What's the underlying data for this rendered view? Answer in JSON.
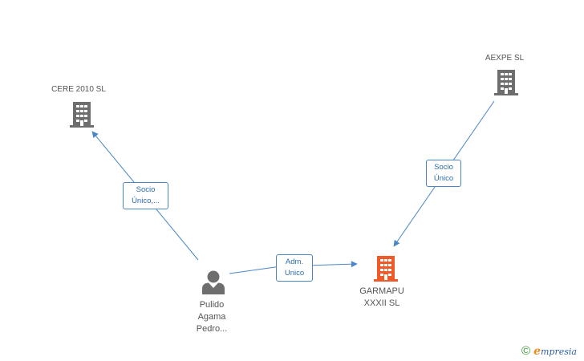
{
  "colors": {
    "edge": "#4a86c8",
    "company_icon": "#6e6e6e",
    "company_icon_highlight": "#f05a28",
    "person_icon": "#6e6e6e",
    "label_text": "#555555"
  },
  "nodes": {
    "cere": {
      "label": "CERE 2010 SL",
      "icon": "building-icon"
    },
    "aexpe": {
      "label": "AEXPE SL",
      "icon": "building-icon"
    },
    "garmapu": {
      "label_lines": [
        "GARMAPU",
        "XXXII SL"
      ],
      "icon": "building-icon"
    },
    "pulido": {
      "label_lines": [
        "Pulido",
        "Agama",
        "Pedro..."
      ],
      "icon": "person-icon"
    }
  },
  "edges": {
    "pulido_cere": {
      "label_lines": [
        "Socio",
        "Único,..."
      ]
    },
    "pulido_garmapu": {
      "label_lines": [
        "Adm.",
        "Unico"
      ]
    },
    "aexpe_garmapu": {
      "label_lines": [
        "Socio",
        "Único"
      ]
    }
  },
  "brand": {
    "copyright": "©",
    "initial": "e",
    "rest": "mpresia"
  }
}
